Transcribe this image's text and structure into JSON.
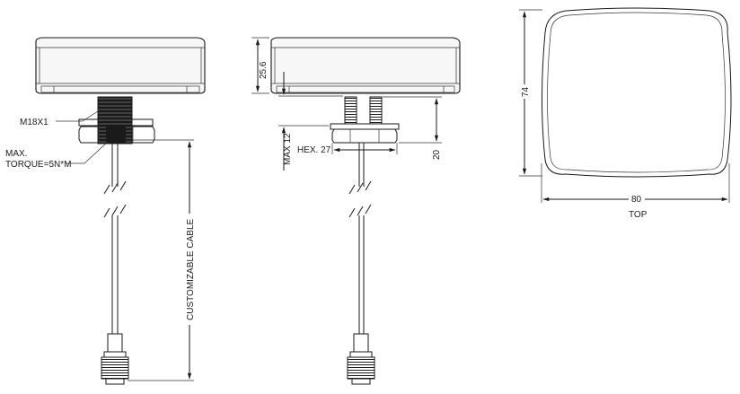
{
  "labels": {
    "thread": "M18X1",
    "torque_line1": "MAX.",
    "torque_line2": "TORQUE=5N*M",
    "cable": "CUSTOMIZABLE CABLE",
    "height": "25.6",
    "max_thread": "MAX 12",
    "hex": "HEX. 27",
    "stud_length": "20",
    "depth": "74",
    "width": "80",
    "top_view": "TOP"
  }
}
